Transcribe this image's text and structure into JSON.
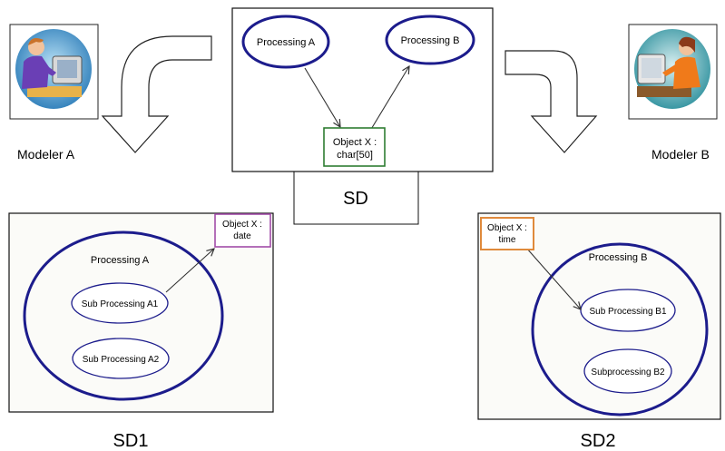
{
  "modelers": {
    "a_label": "Modeler A",
    "b_label": "Modeler B"
  },
  "sd": {
    "title": "SD",
    "processing_a": "Processing A",
    "processing_b": "Processing B",
    "object_line1": "Object X :",
    "object_line2": "char[50]"
  },
  "sd1": {
    "title": "SD1",
    "processing": "Processing A",
    "sub1": "Sub Processing A1",
    "sub2": "Sub Processing A2",
    "object_line1": "Object X :",
    "object_line2": "date"
  },
  "sd2": {
    "title": "SD2",
    "processing": "Processing B",
    "sub1": "Sub Processing B1",
    "sub2": "Subprocessing B2",
    "object_line1": "Object X :",
    "object_line2": "time"
  },
  "colors": {
    "ellipse_stroke": "#1c1c8c",
    "sd_object_border": "#2e7d32",
    "sd1_object_border": "#a24ca8",
    "sd2_object_border": "#e08a3c",
    "panel_bg": "#fbfbf8",
    "modeler_a_shirt": "#6a3fb5",
    "modeler_b_shirt": "#f07a1a"
  },
  "icons": {
    "modeler_a": "person-at-computer-icon",
    "modeler_b": "person-at-computer-icon",
    "flow": "curved-down-arrow-icon"
  }
}
